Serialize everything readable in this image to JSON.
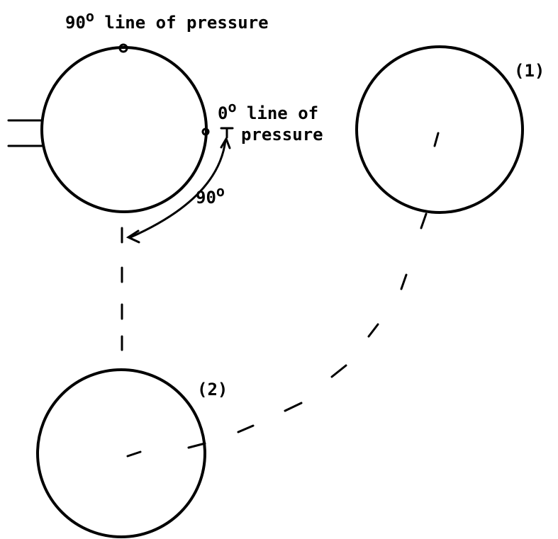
{
  "labels": {
    "line90_text": "90",
    "line90_deg": "o",
    "line90_rest": " line of pressure",
    "line0_text": "0",
    "line0_deg": "o",
    "line0_rest": " line of",
    "line0_second": "pressure",
    "angle_text": "90",
    "angle_deg": "o",
    "position1": "(1)",
    "position2": "(2)"
  },
  "colors": {
    "ink": "#000000",
    "background": "#ffffff"
  }
}
